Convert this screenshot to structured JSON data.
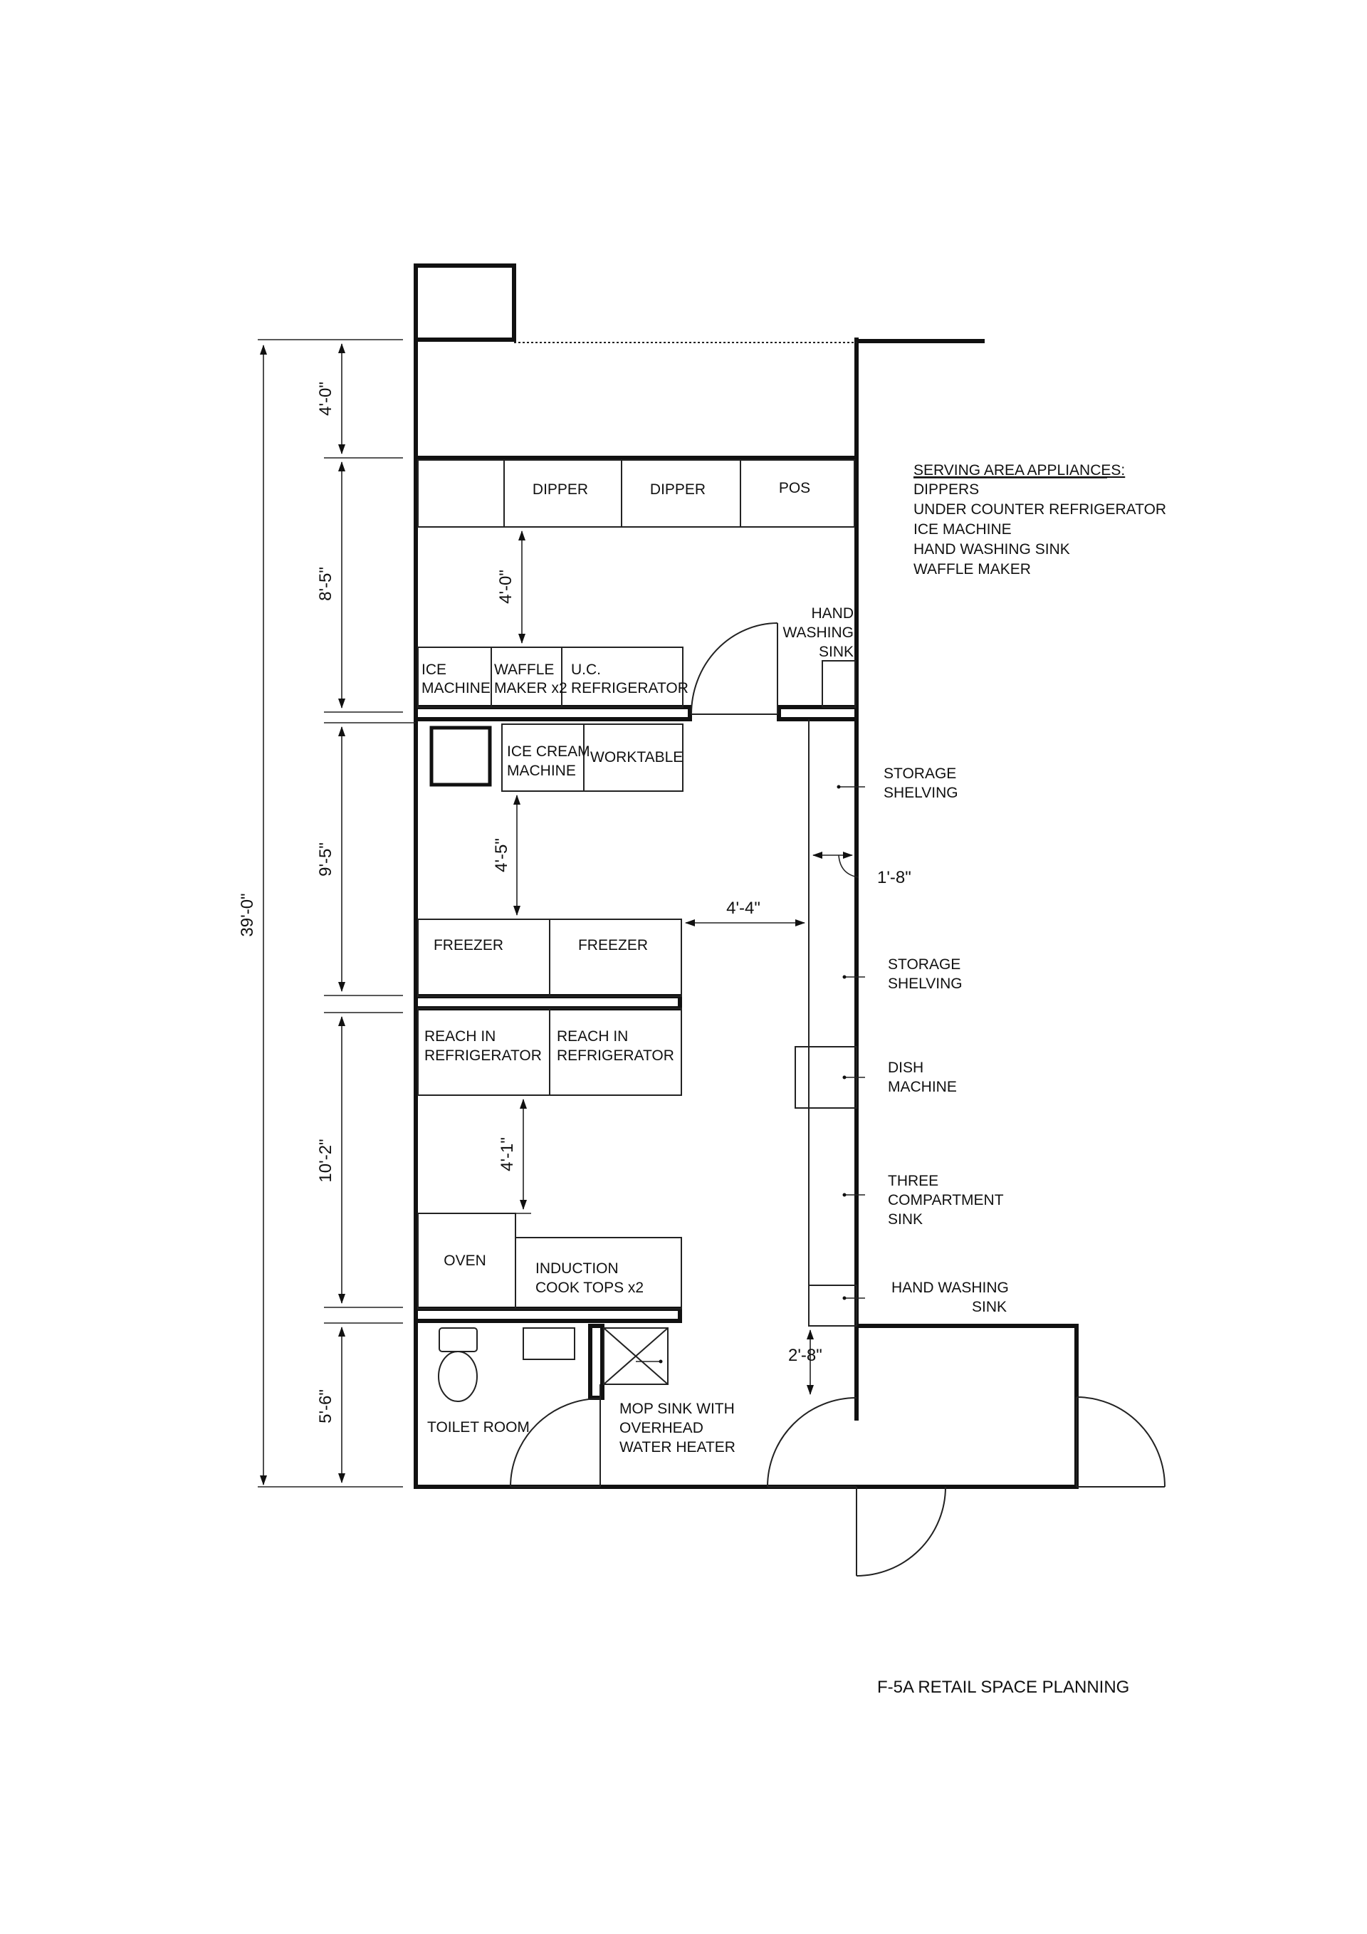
{
  "title": "F-5A RETAIL SPACE PLANNING",
  "legend": {
    "heading": "SERVING AREA APPLIANCES:",
    "items": [
      "DIPPERS",
      "UNDER COUNTER REFRIGERATOR",
      "ICE MACHINE",
      "HAND WASHING SINK",
      "WAFFLE MAKER"
    ]
  },
  "dimensions": {
    "overall": "39'-0\"",
    "d1": "4'-0\"",
    "d2": "8'-5\"",
    "d3": "9'-5\"",
    "d4": "10'-2\"",
    "d5": "5'-6\"",
    "aisle1": "4'-0\"",
    "aisle2": "4'-5\"",
    "aisle3": "4'-1\"",
    "aisle_width": "4'-4\"",
    "shelf_depth": "1'-8\"",
    "door": "2'-8\""
  },
  "labels": {
    "dipper1": "DIPPER",
    "dipper2": "DIPPER",
    "pos": "POS",
    "ice1": "ICE",
    "ice2": "MACHINE",
    "waffle1": "WAFFLE",
    "waffle2": "MAKER x2",
    "uc1": "U.C.",
    "uc2": "REFRIGERATOR",
    "hws_top1": "HAND",
    "hws_top2": "WASHING",
    "hws_top3": "SINK",
    "icecream1": "ICE CREAM",
    "icecream2": "MACHINE",
    "worktable": "WORKTABLE",
    "freezer1": "FREEZER",
    "freezer2": "FREEZER",
    "reach1a": "REACH IN",
    "reach1b": "REFRIGERATOR",
    "reach2a": "REACH IN",
    "reach2b": "REFRIGERATOR",
    "oven": "OVEN",
    "induction1": "INDUCTION",
    "induction2": "COOK TOPS x2",
    "toilet": "TOILET ROOM",
    "mop1": "MOP SINK WITH",
    "mop2": "OVERHEAD",
    "mop3": "WATER HEATER",
    "storage1a": "STORAGE",
    "storage1b": "SHELVING",
    "storage2a": "STORAGE",
    "storage2b": "SHELVING",
    "dish1": "DISH",
    "dish2": "MACHINE",
    "three1": "THREE",
    "three2": "COMPARTMENT",
    "three3": "SINK",
    "hws_bot1": "HAND WASHING",
    "hws_bot2": "SINK"
  }
}
